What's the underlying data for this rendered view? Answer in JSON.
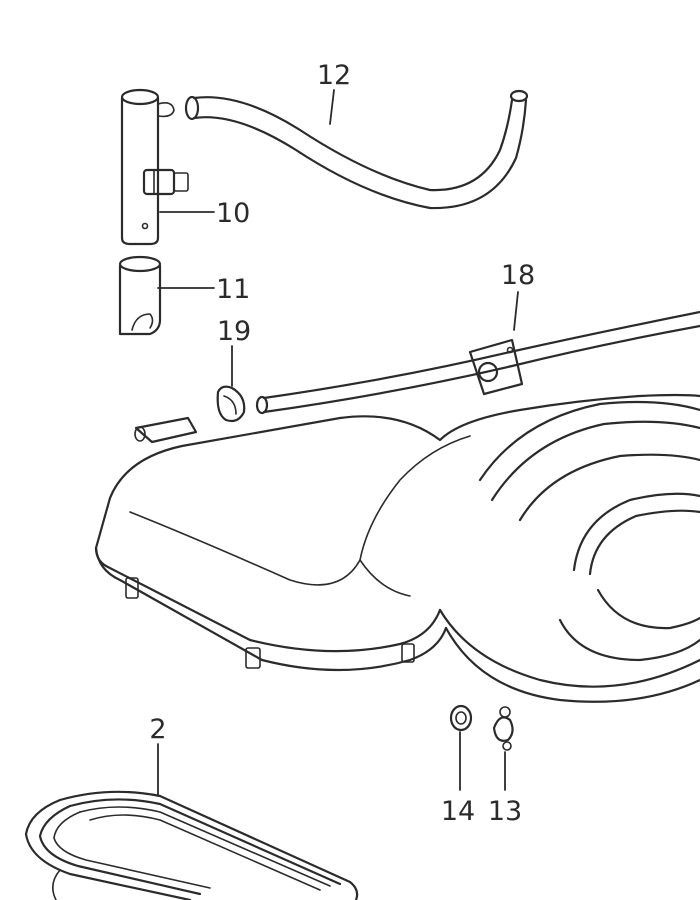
{
  "callouts": {
    "c12": "12",
    "c10": "10",
    "c11": "11",
    "c19": "19",
    "c18": "18",
    "c2": "2",
    "c14": "14",
    "c13": "13"
  },
  "colors": {
    "ink": "#2b2b2b",
    "background": "#ffffff"
  }
}
